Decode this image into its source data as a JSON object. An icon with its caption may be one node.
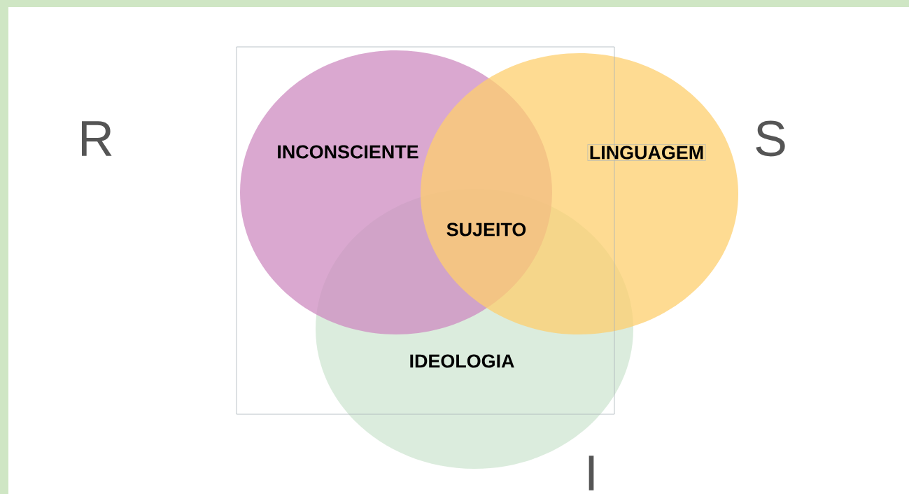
{
  "diagram": {
    "nodes": [
      {
        "text": [
          "INCONSCIENTE"
        ]
      },
      {
        "text": [
          "LINGUAGEM"
        ]
      },
      {
        "text": [
          "IDEOLOGIA"
        ]
      }
    ],
    "labels": [
      "R",
      "S",
      "SUJEITO",
      "I"
    ]
  }
}
